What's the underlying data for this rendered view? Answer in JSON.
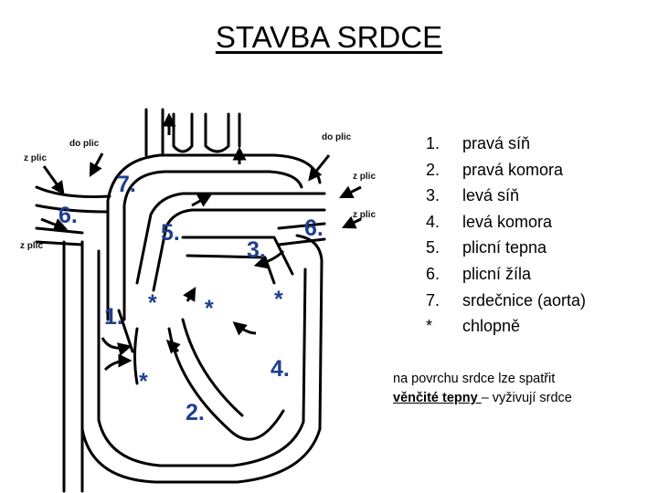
{
  "title": "STAVBA SRDCE",
  "diagram": {
    "arrow_labels": {
      "z_plic_1": "z plic",
      "do_plic_1": "do plic",
      "do_plic_2": "do plic",
      "z_plic_2": "z plic",
      "z_plic_3": "z plic",
      "z_plic_4": "z plic"
    },
    "numbers": {
      "n7": "7.",
      "n6_left": "6.",
      "n5": "5.",
      "n6_right": "6.",
      "n3": "3.",
      "n1": "1.",
      "n4": "4.",
      "n2": "2."
    },
    "valves": {
      "v1": "*",
      "v2": "*",
      "v3": "*",
      "v4": "*"
    },
    "label_color": "#1f3f8f"
  },
  "legend": [
    {
      "num": "1.",
      "text": "pravá síň"
    },
    {
      "num": "2.",
      "text": "pravá komora"
    },
    {
      "num": "3.",
      "text": "levá síň"
    },
    {
      "num": "4.",
      "text": "levá komora"
    },
    {
      "num": "5.",
      "text": "plicní tepna"
    },
    {
      "num": "6.",
      "text": "plicní žíla"
    },
    {
      "num": "7.",
      "text": "srdečnice (aorta)"
    },
    {
      "num": "*",
      "text": "chlopně"
    }
  ],
  "note": {
    "line1": "na povrchu srdce lze spatřit",
    "bold": "věnčité tepny ",
    "rest": "– vyživují srdce"
  }
}
